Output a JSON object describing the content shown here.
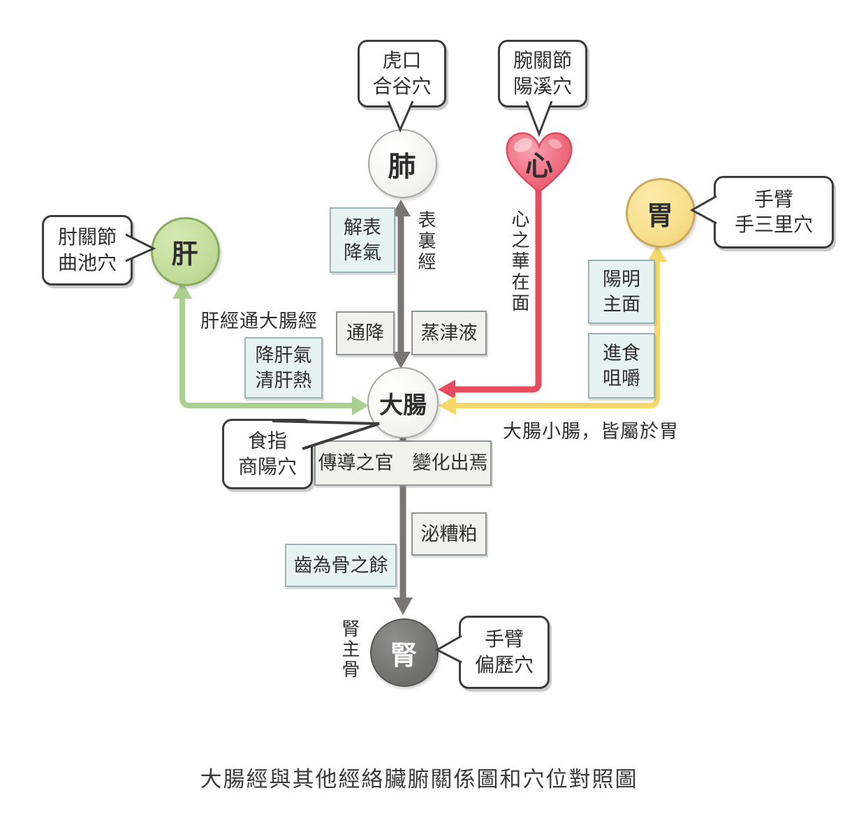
{
  "title": "大腸經與其他經絡臟腑關係圖和穴位對照圖",
  "nodes": {
    "lung": "肺",
    "heart": "心",
    "stomach": "胃",
    "liver": "肝",
    "large_intestine": "大腸",
    "kidney": "腎"
  },
  "callouts": {
    "lung": "虎口\n合谷穴",
    "heart": "腕關節\n陽溪穴",
    "stomach": "手臂\n手三里穴",
    "liver": "肘關節\n曲池穴",
    "large_intestine": "食指\n商陽穴",
    "kidney": "手臂\n偏歷穴"
  },
  "boxes": {
    "jie_biao_jiang_qi": "解表\n降氣",
    "tong_jiang": "通降",
    "zheng_jin_ye": "蒸津液",
    "jiang_gan_qi_qing_gan_re": "降肝氣\n清肝熱",
    "yang_ming_zhu_mian": "陽明\n主面",
    "jin_shi_ju_jue": "進食\n咀嚼",
    "chuan_dao_zhi_guan": "傳導之官　變化出焉",
    "mi_zao_po": "泌糟粕",
    "chi_wei_gu_zhi_yu": "齒為骨之餘"
  },
  "labels": {
    "biao_li_jing": "表裏經",
    "xin_zhi_hua_zai_mian": "心之華在面",
    "gan_jing_tong_da_chang_jing": "肝經通大腸經",
    "da_chang_xiao_chang": "大腸小腸，皆屬於胃",
    "shen_zhu_gu": "腎主骨"
  },
  "colors": {
    "arrow_grey": "#7b7573",
    "arrow_red": "#e94b5f",
    "arrow_yellow": "#f6d76a",
    "arrow_green": "#a9d08e",
    "heart_fill": "#ee6074",
    "stomach_fill": "#f7e08e",
    "liver_fill": "#c4dd9c",
    "kidney_fill": "#747472",
    "box_cyan": "#e6f3f0",
    "box_grey": "#f1f1ee"
  }
}
